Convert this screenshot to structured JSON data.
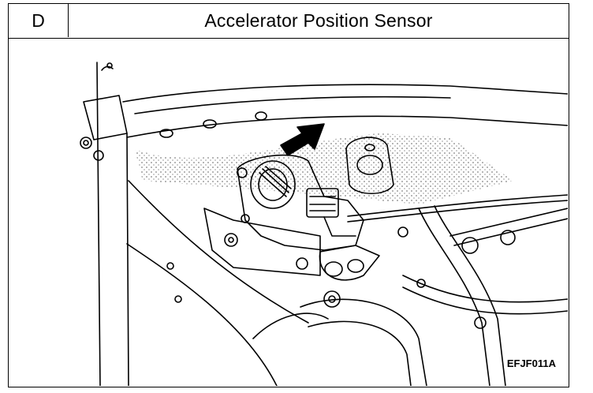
{
  "header": {
    "section_letter": "D",
    "title": "Accelerator Position Sensor"
  },
  "figure": {
    "code": "EFJF011A",
    "subject": "accelerator-position-sensor-engine-bay",
    "callout": "arrow-pointing-to-sensor"
  },
  "colors": {
    "line": "#000000",
    "background": "#ffffff"
  }
}
